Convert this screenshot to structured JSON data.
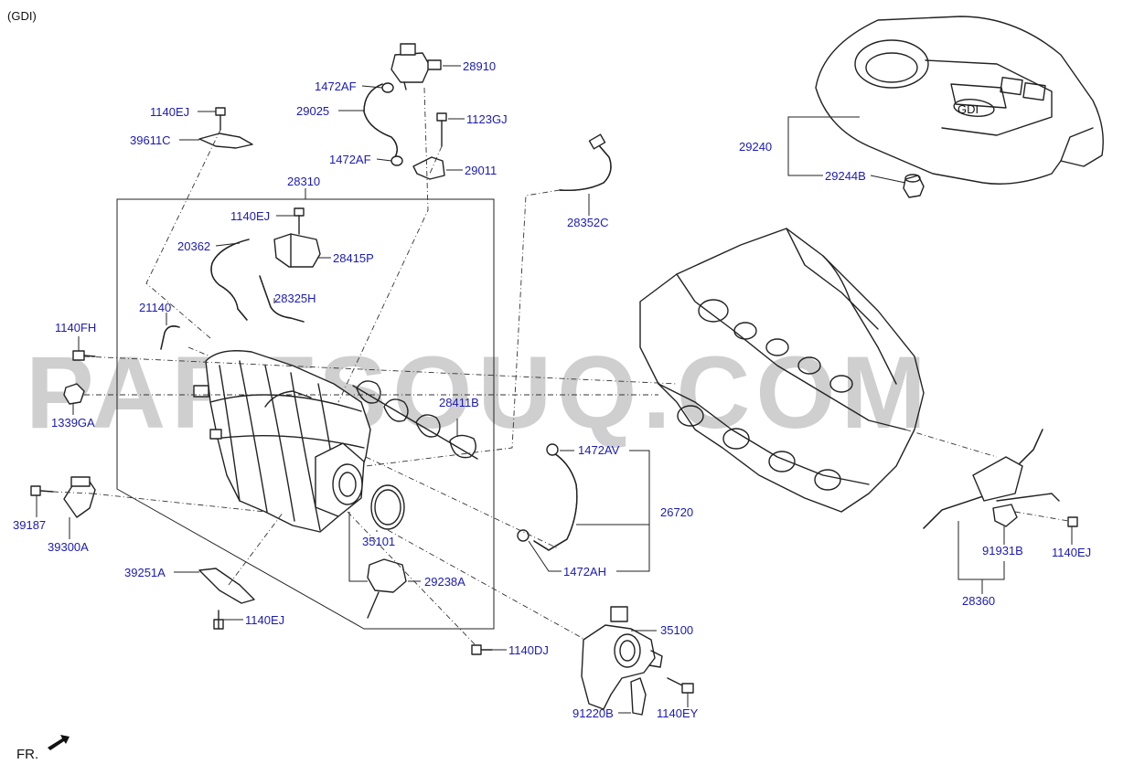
{
  "header": {
    "variant": "(GDI)"
  },
  "orientation": {
    "label": "FR."
  },
  "watermark": {
    "text": "PARTSOUQ.COM"
  },
  "engine_cover_logo": "GDI",
  "parts": {
    "p28910": "28910",
    "p1472AF_a": "1472AF",
    "p29025": "29025",
    "p1472AF_b": "1472AF",
    "p1123GJ": "1123GJ",
    "p29011": "29011",
    "p1140EJ_a": "1140EJ",
    "p39611C": "39611C",
    "p28310": "28310",
    "p1140EJ_b": "1140EJ",
    "p20362": "20362",
    "p28415P": "28415P",
    "p28325H": "28325H",
    "p21140": "21140",
    "p1140FH": "1140FH",
    "p1339GA": "1339GA",
    "p28411B": "28411B",
    "p28352C": "28352C",
    "p29240": "29240",
    "p29244B": "29244B",
    "p1472AV": "1472AV",
    "p26720": "26720",
    "p1472AH": "1472AH",
    "p39187": "39187",
    "p39300A": "39300A",
    "p35101": "35101",
    "p39251A": "39251A",
    "p29238A": "29238A",
    "p1140EJ_c": "1140EJ",
    "p1140DJ": "1140DJ",
    "p35100": "35100",
    "p91220B": "91220B",
    "p1140EY": "1140EY",
    "p91931B": "91931B",
    "p1140EJ_d": "1140EJ",
    "p28360": "28360"
  }
}
